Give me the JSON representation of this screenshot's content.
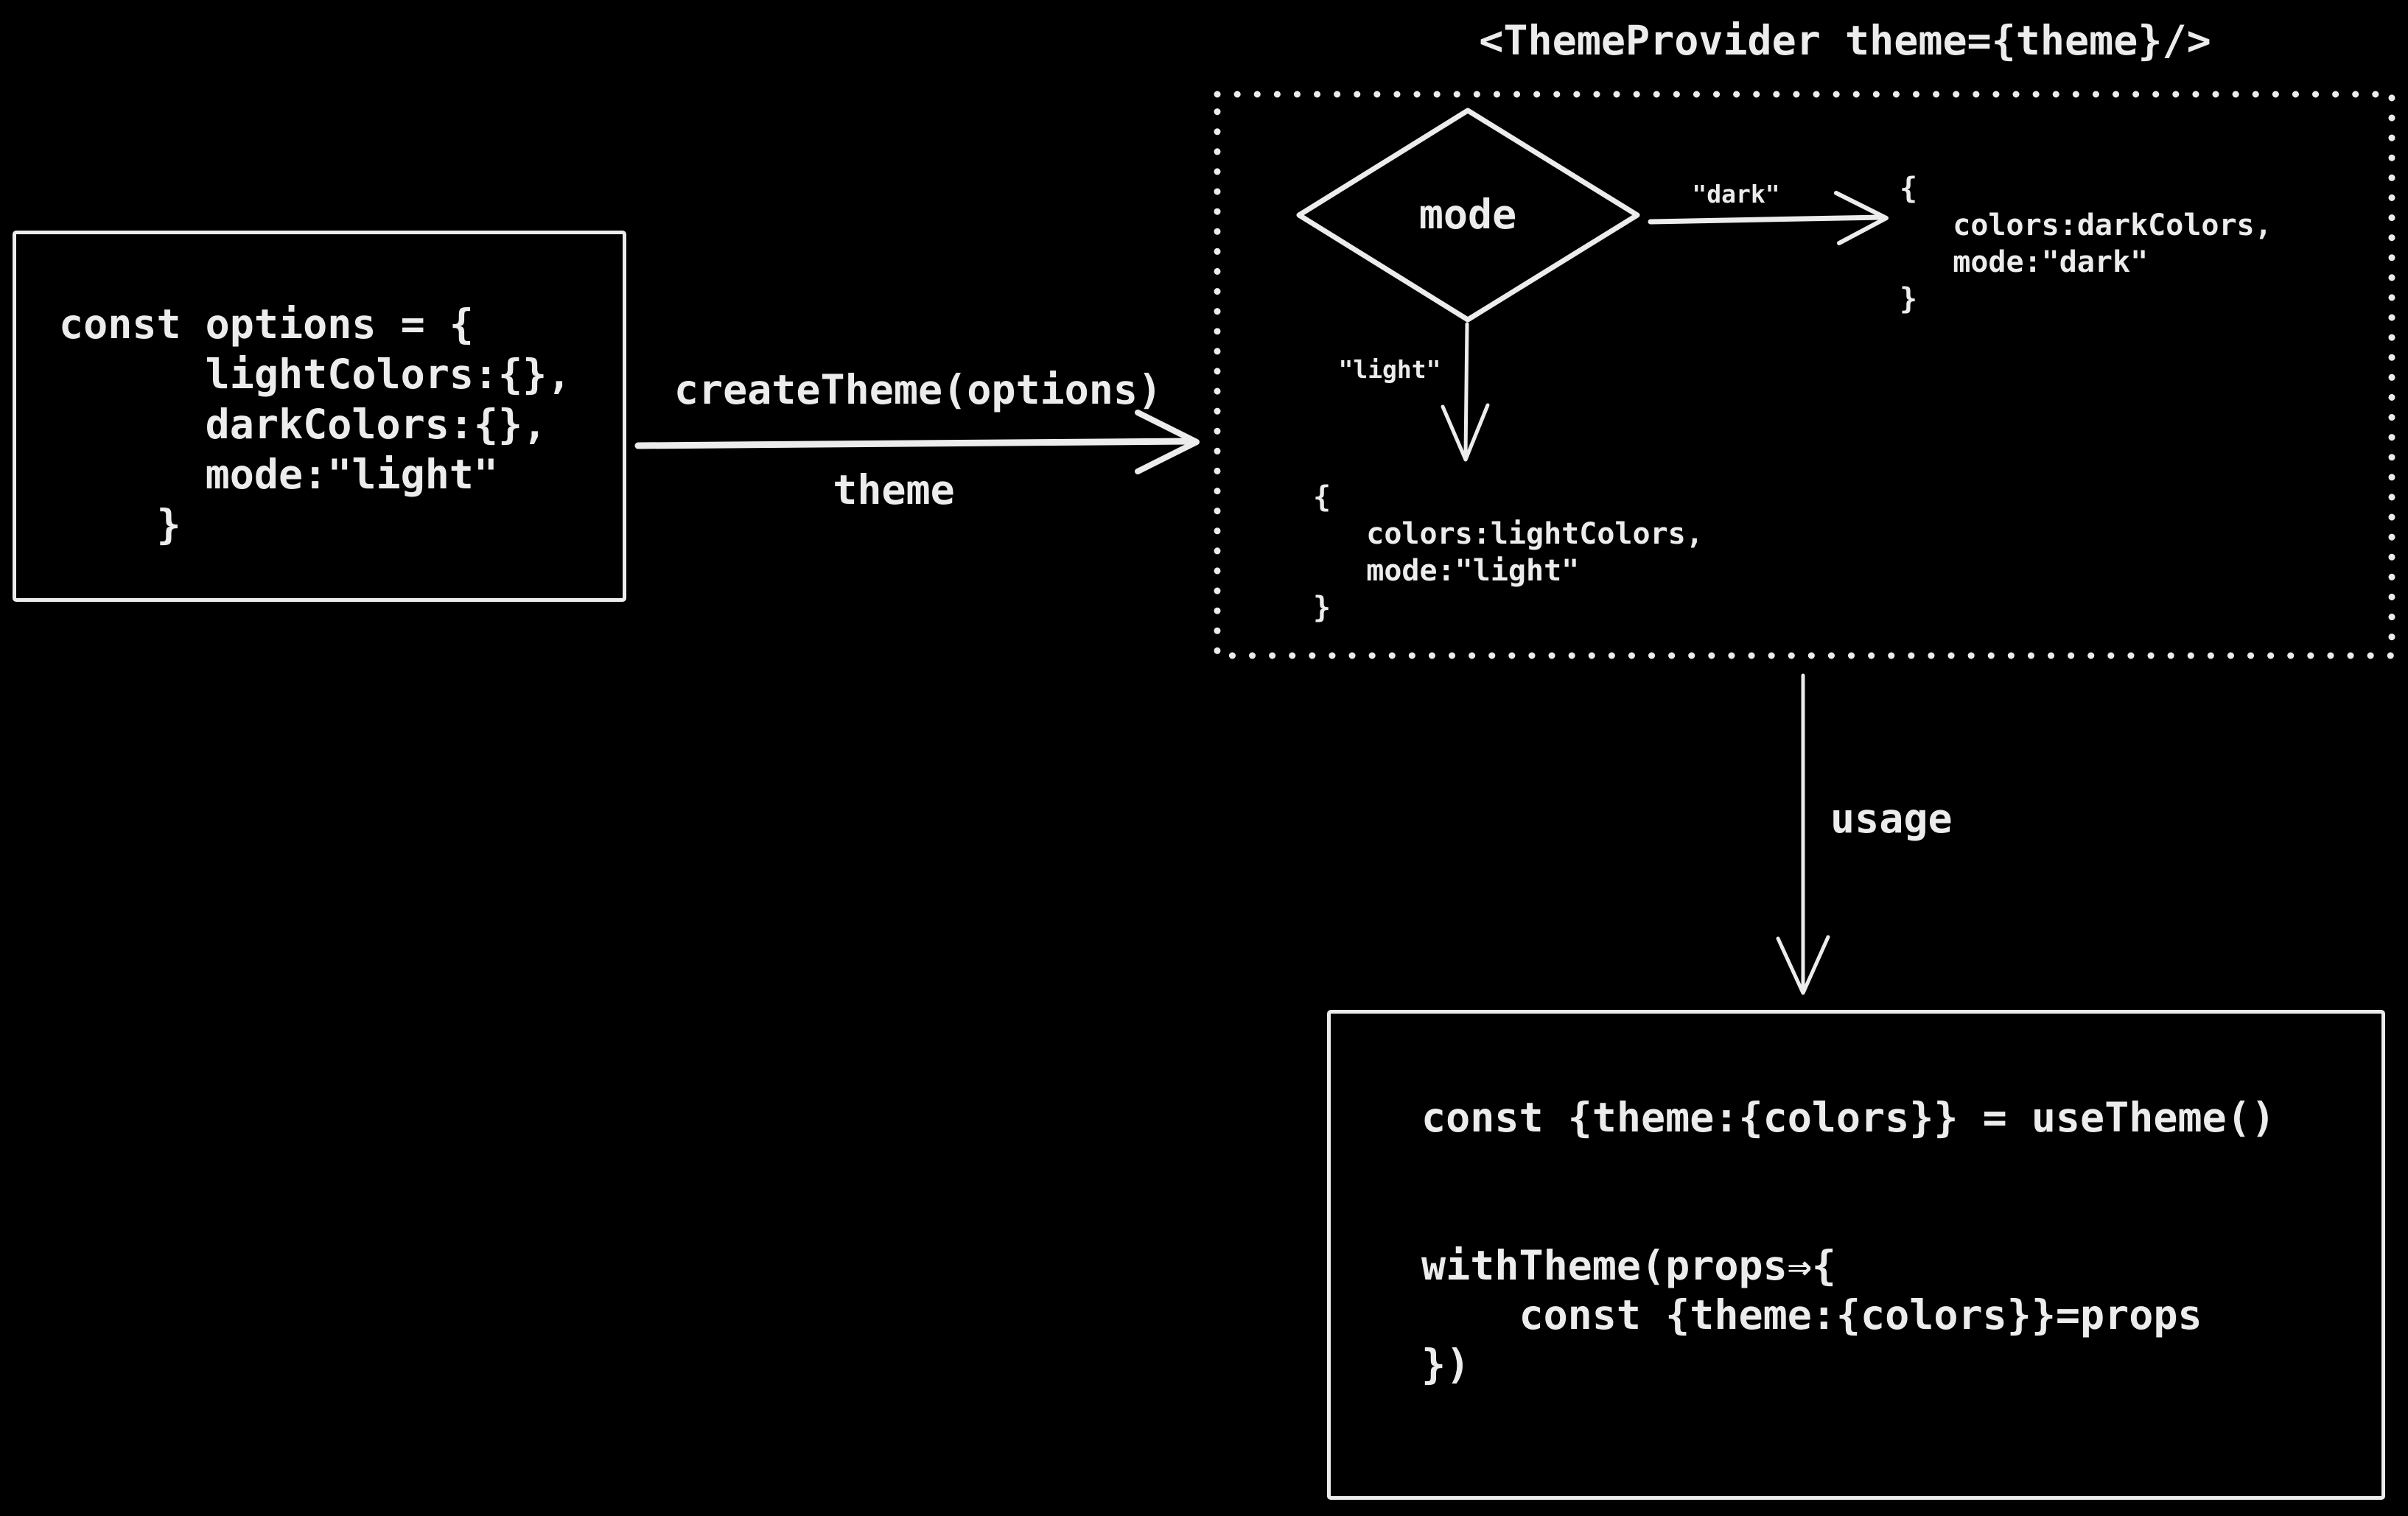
{
  "colors": {
    "background": "#000000",
    "ink": "#ececec"
  },
  "provider": {
    "title": "<ThemeProvider theme={theme}/>"
  },
  "options_box": {
    "code": "const options = {\n      lightColors:{},\n      darkColors:{},\n      mode:\"light\"\n    }"
  },
  "create_theme_arrow": {
    "call_label": "createTheme(options)",
    "result_label": "theme"
  },
  "mode_decision": {
    "label": "mode",
    "dark_branch_label": "\"dark\"",
    "dark_result": "{\n   colors:darkColors,\n   mode:\"dark\"\n}",
    "light_branch_label": "\"light\"",
    "light_result": "{\n   colors:lightColors,\n   mode:\"light\"\n}"
  },
  "usage": {
    "label": "usage"
  },
  "usage_box": {
    "code": "const {theme:{colors}} = useTheme()\n\n\nwithTheme(props⇒{\n    const {theme:{colors}}=props\n})"
  }
}
